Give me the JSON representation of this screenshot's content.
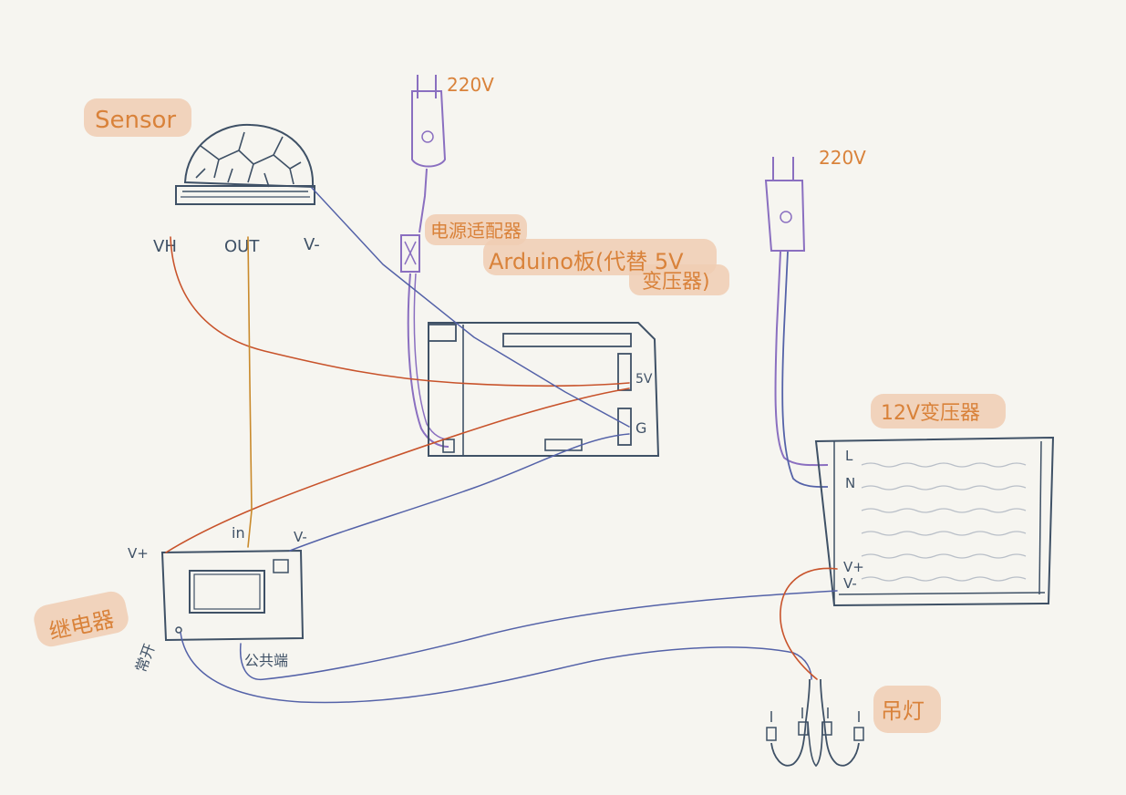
{
  "colors": {
    "paper": "#f6f5f0",
    "ink": "#3f5166",
    "wire_red": "#c8532b",
    "wire_orange": "#c98a2c",
    "wire_blue": "#5462a8",
    "wire_purple": "#8a6fc0",
    "highlight": "#f0cdb3",
    "label_orange": "#d9823a"
  },
  "labels": {
    "sensor": "Sensor",
    "sensor_vh": "VH",
    "sensor_out": "OUT",
    "sensor_vminus": "V-",
    "plug1_voltage": "220V",
    "phone_adapter": "电源适配器",
    "arduino": "Arduino板(代替 5V",
    "arduino_line2": "变压器)",
    "arduino_5v": "5V",
    "arduino_g": "G",
    "plug2_voltage": "220V",
    "transformer_12v": "12V变压器",
    "trans_l": "L",
    "trans_n": "N",
    "trans_vplus": "V+",
    "trans_vminus": "V-",
    "relay": "继电器",
    "relay_vplus": "V+",
    "relay_in": "in",
    "relay_vminus": "V-",
    "relay_normally_open": "常开",
    "relay_common": "公共端",
    "lamp": "吊灯"
  }
}
